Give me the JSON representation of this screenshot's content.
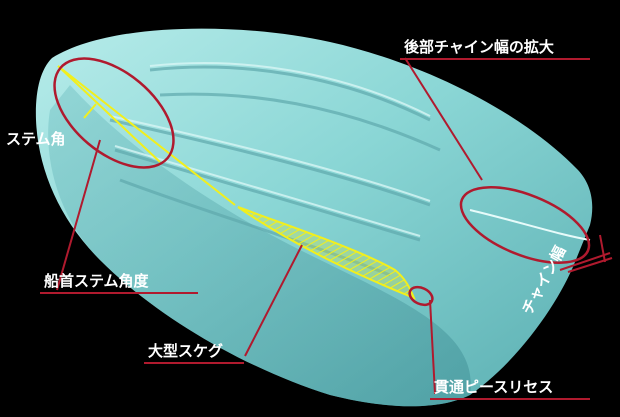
{
  "labels": {
    "rear_chine": "後部チャイン幅の拡大",
    "stem_angle": "ステム角",
    "bow_stem_angle": "船首ステム角度",
    "large_skeg": "大型スケグ",
    "through_piece": "貫通ピースリセス",
    "chine_width": "チャイン幅"
  },
  "colors": {
    "hull_light": "#a9e4e2",
    "hull_mid": "#7ecfcf",
    "hull_dark": "#4a9fa4",
    "annotation_red": "#b01a2e",
    "highlight_yellow": "#f2ef1c",
    "background": "#000000"
  }
}
